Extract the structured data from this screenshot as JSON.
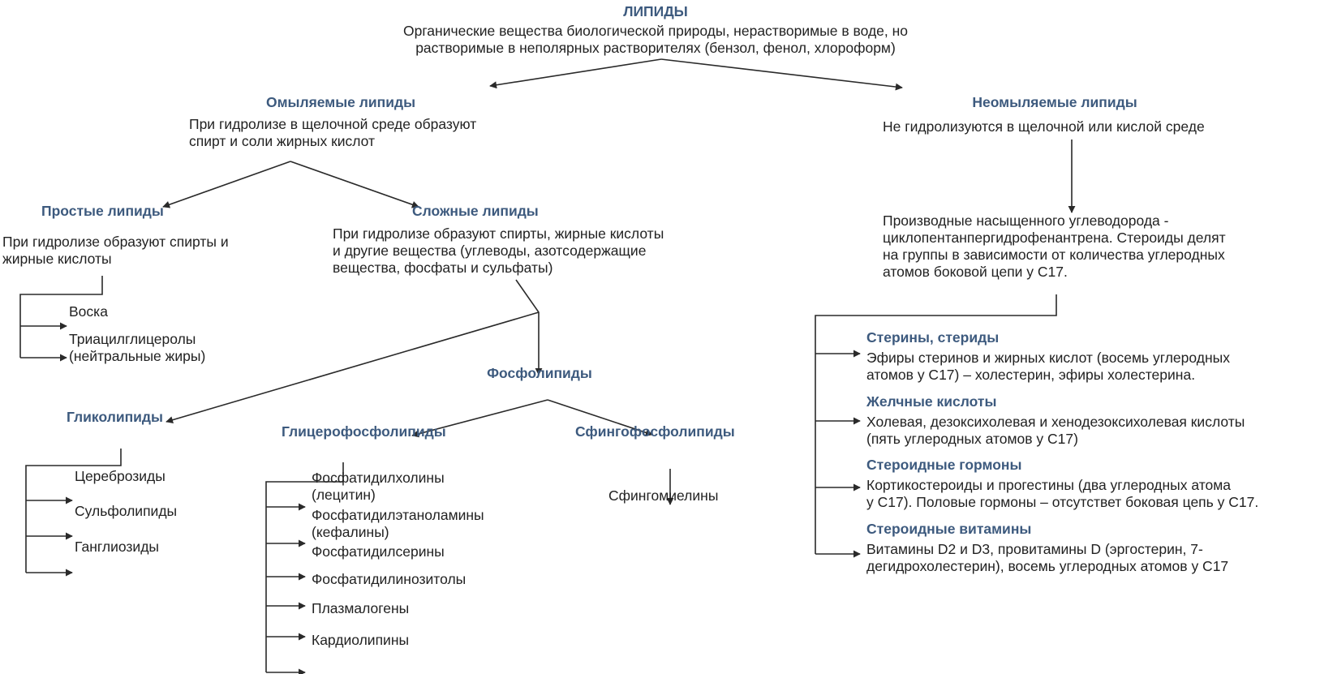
{
  "colors": {
    "heading": "#3d5a7e",
    "text": "#222222",
    "line": "#2a2a2a"
  },
  "root": {
    "title": "ЛИПИДЫ",
    "desc": [
      "Органические вещества биологической природы, нерастворимые в воде, но",
      "растворимые в неполярных растворителях (бензол, фенол, хлороформ)"
    ]
  },
  "saponifiable": {
    "title": "Омыляемые липиды",
    "desc": [
      "При гидролизе в щелочной среде образуют",
      "спирт и соли жирных кислот"
    ]
  },
  "unsaponifiable": {
    "title": "Неомыляемые липиды",
    "desc": "Не гидролизуются в щелочной или кислой среде"
  },
  "simple": {
    "title": "Простые липиды",
    "desc": [
      "При гидролизе образуют спирты и",
      "жирные кислоты"
    ],
    "items": [
      [
        "Воска"
      ],
      [
        "Триацилглицеролы",
        "(нейтральные жиры)"
      ]
    ]
  },
  "complex": {
    "title": "Сложные липиды",
    "desc": [
      "При гидролизе образуют спирты, жирные кислоты",
      "и другие вещества (углеводы, азотсодержащие",
      "вещества, фосфаты и сульфаты)"
    ]
  },
  "glycolipids": {
    "title": "Гликолипиды",
    "items": [
      "Цереброзиды",
      "Сульфолипиды",
      "Ганглиозиды"
    ]
  },
  "phospholipids": {
    "title": "Фосфолипиды"
  },
  "glycerophospholipids": {
    "title": "Глицерофосфолипиды",
    "items": [
      [
        "Фосфатидилхолины",
        "(лецитин)"
      ],
      [
        "Фосфатидилэтаноламины",
        "(кефалины)"
      ],
      [
        "Фосфатидилсерины"
      ],
      [
        "Фосфатидилинозитолы"
      ],
      [
        "Плазмалогены"
      ],
      [
        "Кардиолипины"
      ]
    ]
  },
  "sphingophospholipids": {
    "title": "Сфингофосфолипиды",
    "items": [
      "Сфингомиелины"
    ]
  },
  "steroids": {
    "desc": [
      "Производные насыщенного углеводорода -",
      "циклопентанпергидрофенантрена. Стероиды делят",
      "на группы в зависимости от количества углеродных",
      "атомов боковой цепи у С17."
    ],
    "groups": [
      {
        "title": "Стерины, стериды",
        "desc": [
          "Эфиры стеринов и жирных кислот (восемь углеродных",
          "атомов у С17) – холестерин, эфиры холестерина."
        ]
      },
      {
        "title": "Желчные кислоты",
        "desc": [
          "Холевая, дезоксихолевая и хенодезоксихолевая кислоты",
          "(пять углеродных атомов у С17)"
        ]
      },
      {
        "title": "Стероидные гормоны",
        "desc": [
          "Кортикостероиды и прогестины (два углеродных атома",
          "у С17). Половые гормоны – отсутствет боковая цепь у С17."
        ]
      },
      {
        "title": "Стероидные витамины",
        "desc": [
          "Витамины D2 и D3, провитамины D (эргостерин, 7-",
          "дегидрохолестерин), восемь углеродных атомов у С17"
        ]
      }
    ]
  }
}
